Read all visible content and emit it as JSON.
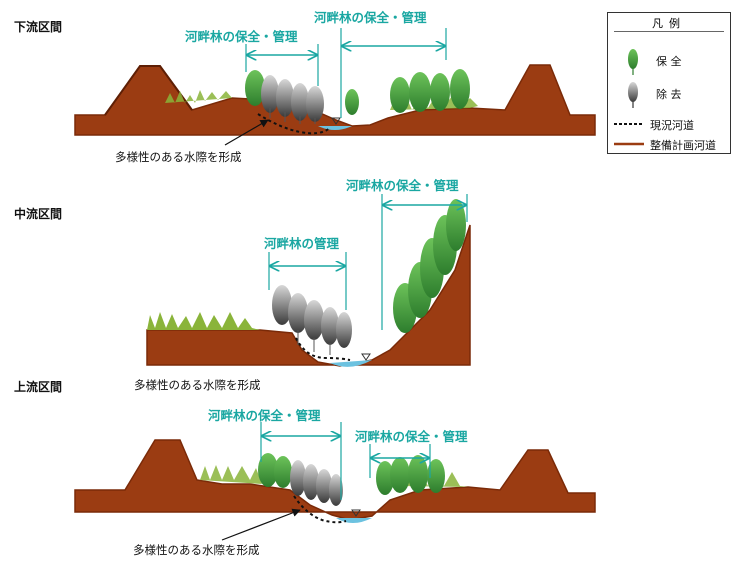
{
  "sections": {
    "downstream": {
      "label": "下流区間",
      "range_left": "河畔林の保全・管理",
      "range_right": "河畔林の保全・管理",
      "annotation": "多様性のある水際を形成"
    },
    "midstream": {
      "label": "中流区間",
      "range_left": "河畔林の管理",
      "range_right": "河畔林の保全・管理",
      "annotation": "多様性のある水際を形成"
    },
    "upstream": {
      "label": "上流区間",
      "range_left": "河畔林の保全・管理",
      "range_right": "河畔林の保全・管理",
      "annotation": "多様性のある水際を形成"
    }
  },
  "legend": {
    "title": "凡例",
    "items": [
      {
        "label": "保 全",
        "symbol": "green-tree-icon"
      },
      {
        "label": "除 去",
        "symbol": "gray-tree-icon"
      },
      {
        "label": "現況河道",
        "symbol": "dotted-line"
      },
      {
        "label": "整備計画河道",
        "symbol": "solid-brown-line"
      }
    ]
  },
  "colors": {
    "range_label": "#1aa7a2",
    "soil": "#9b3c12",
    "soil_line": "#7a2a08",
    "grass": "#8ab43a",
    "tree_keep": "#3f9a3a",
    "tree_remove": "#7a7a7a",
    "water": "#6cc2e0"
  }
}
